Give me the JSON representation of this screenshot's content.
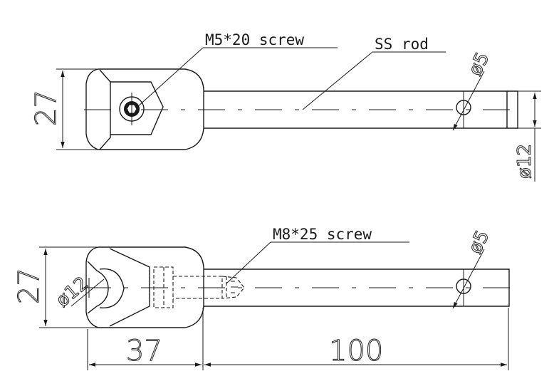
{
  "top_view": {
    "screw_label": "M5*20 screw",
    "rod_label": "SS rod",
    "hole_diameter": "ø5",
    "height_dim": "27",
    "rod_diameter": "ø12"
  },
  "bottom_view": {
    "screw_label": "M8*25 screw",
    "hole_diameter": "ø5",
    "height_dim": "27",
    "bore_diameter": "ø12",
    "head_length": "37",
    "rod_length": "100"
  }
}
